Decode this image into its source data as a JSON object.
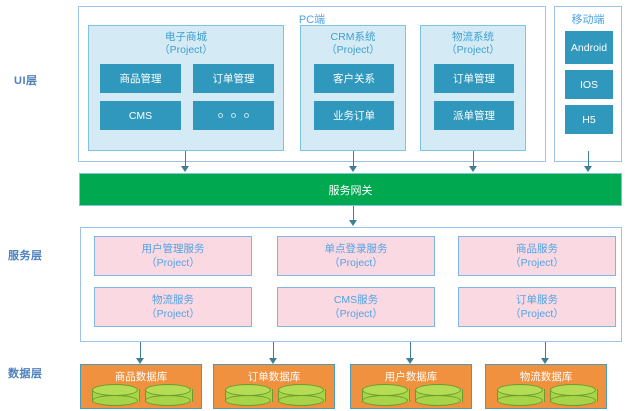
{
  "layers": [
    {
      "id": "ui",
      "label": "UI层"
    },
    {
      "id": "service",
      "label": "服务层"
    },
    {
      "id": "data",
      "label": "数据层"
    }
  ],
  "ui_layer": {
    "pc_panel": {
      "title": "PC端",
      "projects": [
        {
          "name": "电子商城",
          "sub": "（Project）",
          "modules": [
            "商品管理",
            "订单管理",
            "CMS",
            "dots"
          ]
        },
        {
          "name": "CRM系统",
          "sub": "（Project）",
          "modules": [
            "客户关系",
            "业务订单"
          ]
        },
        {
          "name": "物流系统",
          "sub": "（Project）",
          "modules": [
            "订单管理",
            "派单管理"
          ]
        }
      ]
    },
    "mobile_panel": {
      "title": "移动端",
      "modules": [
        "Android",
        "IOS",
        "H5"
      ]
    }
  },
  "gateway": {
    "label": "服务网关"
  },
  "service_layer": {
    "services": [
      {
        "name": "用户管理服务",
        "sub": "（Project）"
      },
      {
        "name": "单点登录服务",
        "sub": "（Project）"
      },
      {
        "name": "商品服务",
        "sub": "（Project）"
      },
      {
        "name": "物流服务",
        "sub": "（Project）"
      },
      {
        "name": "CMS服务",
        "sub": "（Project）"
      },
      {
        "name": "订单服务",
        "sub": "（Project）"
      }
    ]
  },
  "data_layer": {
    "databases": [
      {
        "name": "商品数据库"
      },
      {
        "name": "订单数据库"
      },
      {
        "name": "用户数据库"
      },
      {
        "name": "物流数据库"
      }
    ]
  },
  "colors": {
    "accent_blue": "#4fa3e3",
    "tile_teal": "#3098bd",
    "gateway_green": "#00a94f",
    "service_pink": "#fbd9e3",
    "db_orange": "#f0913f",
    "cylinder_green": "#a8d44a",
    "border_blue": "#9dc3e6",
    "arrow_gray": "#3f7f93"
  }
}
